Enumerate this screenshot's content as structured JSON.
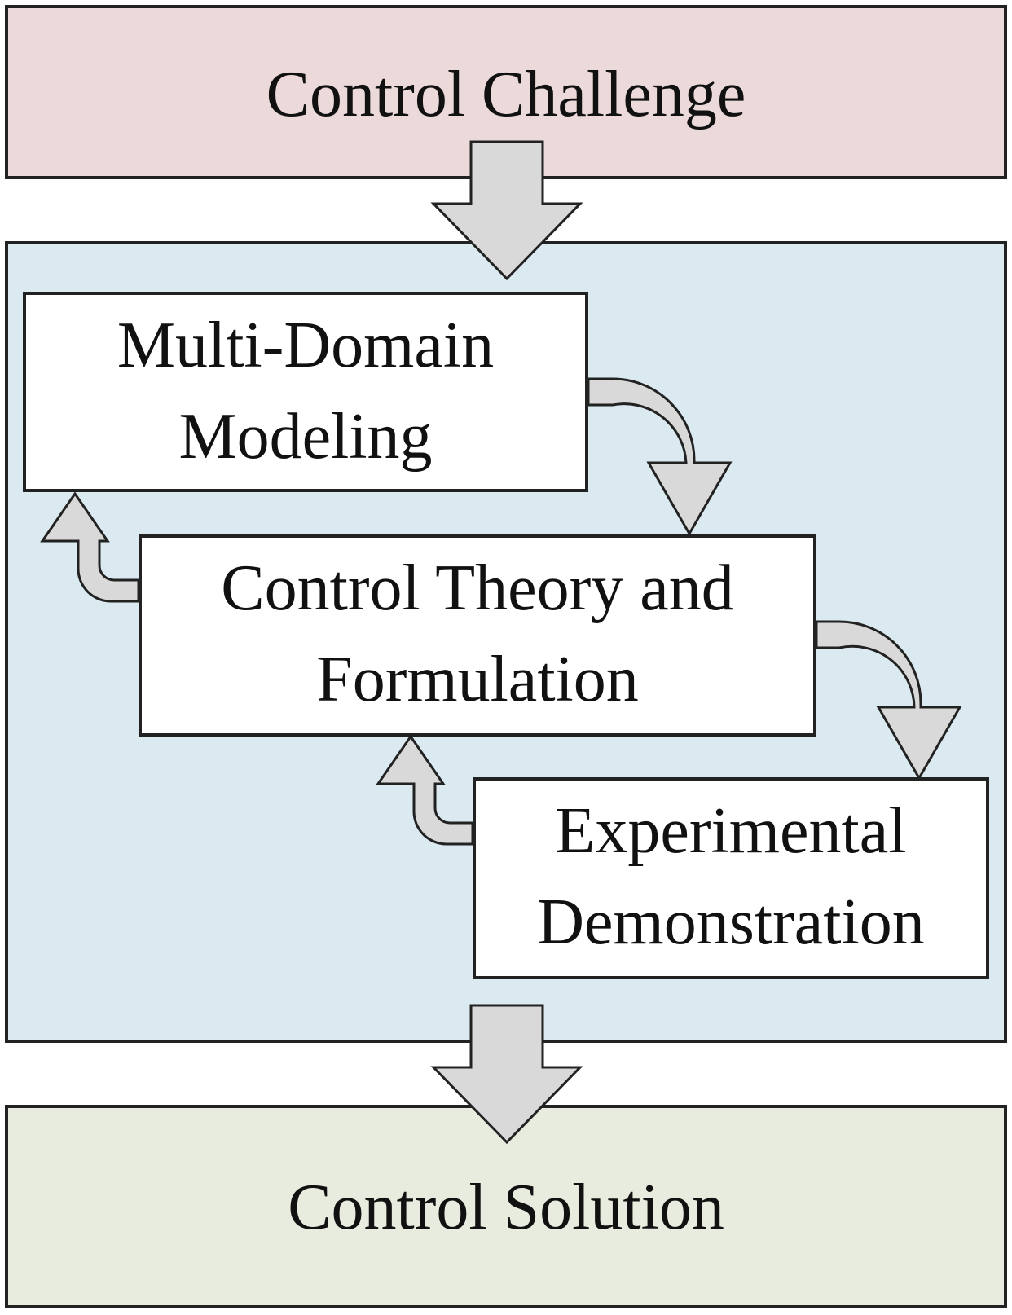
{
  "header_box": {
    "label": "Control Challenge"
  },
  "process_steps": [
    {
      "line1": "Multi-Domain",
      "line2": "Modeling"
    },
    {
      "line1": "Control Theory and",
      "line2": "Formulation"
    },
    {
      "line1": "Experimental",
      "line2": "Demonstration"
    }
  ],
  "footer_box": {
    "label": "Control Solution"
  },
  "colors": {
    "challenge_fill": "#ecdada",
    "process_region_fill": "#dbe9f1",
    "solution_fill": "#e8ecdf",
    "step_fill": "#ffffff",
    "arrow_fill": "#d9d9d9",
    "stroke": "#222222"
  }
}
